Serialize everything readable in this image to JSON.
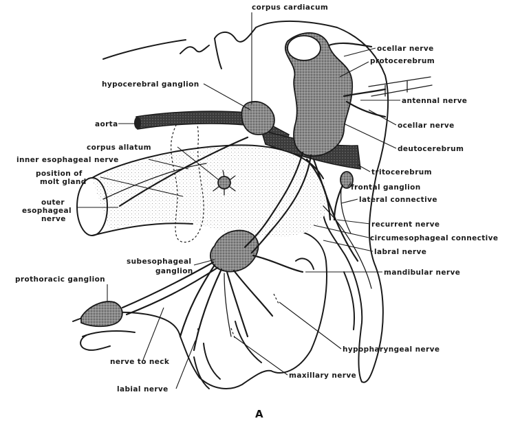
{
  "figure": {
    "caption": "A"
  },
  "labels": {
    "corpus_cardiacum": "corpus cardiacum",
    "ocellar_nerve_top": "ocellar nerve",
    "protocerebrum": "protocerebrum",
    "hypocerebral_ganglion": "hypocerebral ganglion",
    "antennal_nerve": "antennal nerve",
    "aorta": "aorta",
    "ocellar_nerve_lower": "ocellar nerve",
    "corpus_allatum": "corpus allatum",
    "deutocerebrum": "deutocerebrum",
    "inner_esophageal_nerve": "inner esophageal nerve",
    "tritocerebrum": "tritocerebrum",
    "position_of_line1": "position of",
    "position_of_line2": "molt gland",
    "frontal_ganglion": "frontal ganglion",
    "lateral_connective": "lateral connective",
    "outer_line1": "outer",
    "outer_line2": "esophageal",
    "outer_line3": "nerve",
    "recurrent_nerve": "recurrent nerve",
    "circumesophageal_connective": "circumesophageal connective",
    "labral_nerve": "labral nerve",
    "subesophageal_line1": "subesophageal",
    "subesophageal_line2": "ganglion",
    "mandibular_nerve": "mandibular nerve",
    "prothoracic_ganglion": "prothoracic ganglion",
    "hypopharyngeal_nerve": "hypopharyngeal nerve",
    "nerve_to_neck": "nerve to neck",
    "maxillary_nerve": "maxillary nerve",
    "labial_nerve": "labial nerve"
  }
}
